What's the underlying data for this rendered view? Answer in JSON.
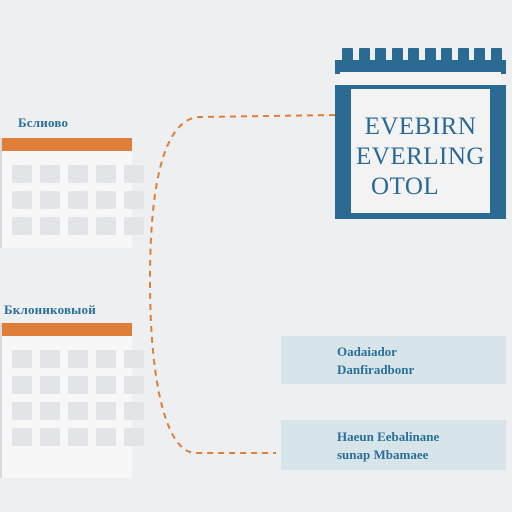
{
  "left_panels": [
    {
      "heading": "Бслиово"
    },
    {
      "heading": "Бклониковыой"
    }
  ],
  "event_card": {
    "line1": "EVEBIRN",
    "line2": "EVERLING",
    "line3": "OTOL"
  },
  "notes": [
    {
      "line1": "Oadaiador",
      "line2": "Danfiradbonr"
    },
    {
      "line1": "Haeun Eebalinane",
      "line2": "sunap Mbamaee"
    }
  ],
  "colors": {
    "accent_orange": "#df7e39",
    "brand_blue": "#2b6a93",
    "note_bg": "#d7e4ea"
  }
}
